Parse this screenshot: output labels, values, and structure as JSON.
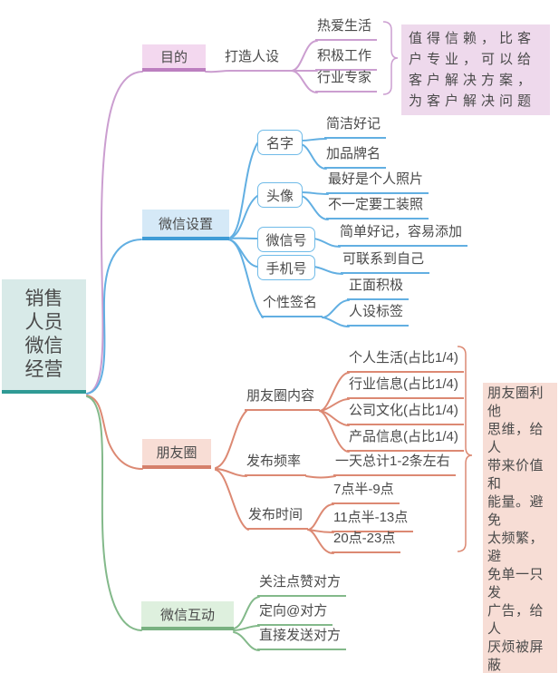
{
  "title": "销售人员微信经营思维导图",
  "colors": {
    "root_fill": "#d8eae8",
    "root_border": "#2f9a95",
    "purpose_line": "#cb9ed0",
    "purpose_fill": "#f3d8ef",
    "purpose_border": "#bc7fc0",
    "purpose_note_fill": "#eed9ec",
    "settings_line": "#62afe2",
    "settings_fill": "#d5e9f7",
    "settings_border": "#3f9cd6",
    "settings_child_border": "#70bbe8",
    "moments_line": "#dc8973",
    "moments_fill": "#f8ddd5",
    "moments_border": "#d5806b",
    "moments_note_fill": "#f7ddd5",
    "interaction_line": "#83b98a",
    "interaction_fill": "#def0de",
    "interaction_border": "#79b181",
    "text": "#4a4a4a"
  },
  "root": {
    "label": "销售\n人员\n微信\n经营"
  },
  "purpose": {
    "title": "目的",
    "persona": "打造人设",
    "items": [
      "热爱生活",
      "积极工作",
      "行业专家"
    ],
    "note": "值得信赖，比客\n户专业，可以给\n客户解决方案，\n为客户解决问题"
  },
  "settings": {
    "title": "微信设置",
    "name": "名字",
    "name_items": [
      "简洁好记",
      "加品牌名"
    ],
    "avatar": "头像",
    "avatar_items": [
      "最好是个人照片",
      "不一定要工装照"
    ],
    "wechat_id": "微信号",
    "wechat_id_items": [
      "简单好记，容易添加"
    ],
    "phone": "手机号",
    "phone_items": [
      "可联系到自己"
    ],
    "signature": "个性签名",
    "signature_items": [
      "正面积极",
      "人设标签"
    ]
  },
  "moments": {
    "title": "朋友圈",
    "content": "朋友圈内容",
    "content_items": [
      "个人生活(占比1/4)",
      "行业信息(占比1/4)",
      "公司文化(占比1/4)",
      "产品信息(占比1/4)"
    ],
    "frequency": "发布频率",
    "frequency_items": [
      "一天总计1-2条左右"
    ],
    "time": "发布时间",
    "time_items": [
      "7点半-9点",
      "11点半-13点",
      "20点-23点"
    ],
    "note": "朋友圈利他\n思维，给人\n带来价值和\n能量。避免\n太频繁，避\n免单一只发\n广告，给人\n厌烦被屏蔽"
  },
  "interaction": {
    "title": "微信互动",
    "items": [
      "关注点赞对方",
      "定向@对方",
      "直接发送对方"
    ]
  }
}
